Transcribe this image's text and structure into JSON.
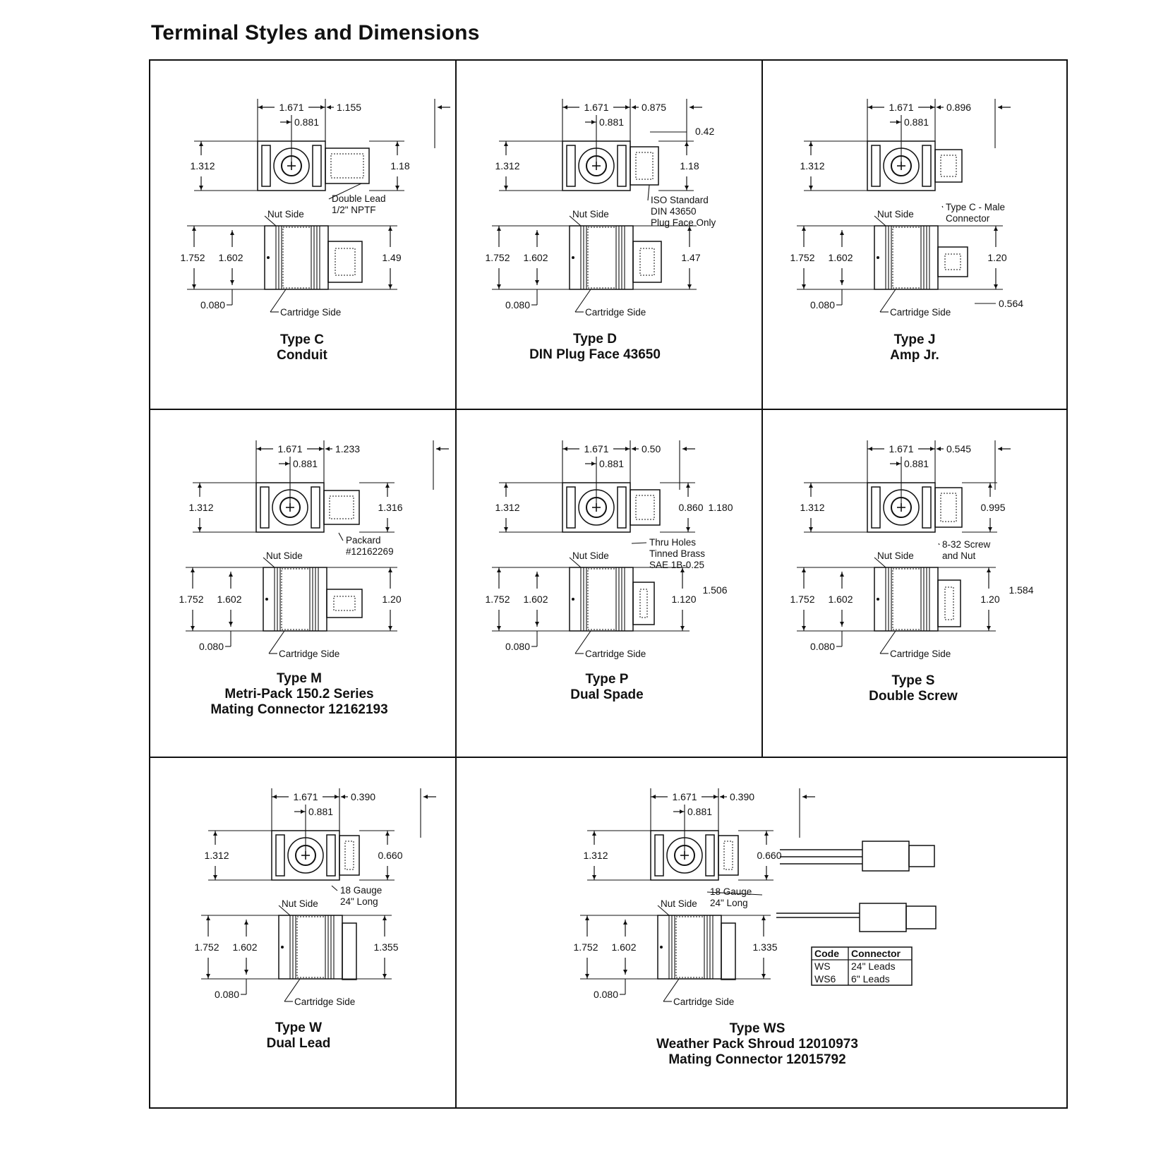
{
  "page": {
    "title": "Terminal Styles and Dimensions"
  },
  "panels": [
    {
      "id": "C",
      "caption": [
        "Type C",
        "Conduit"
      ],
      "dims": {
        "width": "1.671",
        "center": "0.881",
        "ext": "1.155",
        "height": "1.312",
        "term_h": "1.18",
        "side_h1": "1.752",
        "side_h2": "1.602",
        "offset": "0.080",
        "side_term": "1.49"
      },
      "labels": {
        "nut": "Nut Side",
        "cart": "Cartridge Side",
        "note": [
          "Double Lead",
          "1/2\" NPTF"
        ]
      }
    },
    {
      "id": "D",
      "caption": [
        "Type D",
        "DIN Plug Face 43650"
      ],
      "dims": {
        "width": "1.671",
        "center": "0.881",
        "ext": "0.875",
        "ext2": "0.42",
        "height": "1.312",
        "term_h": "1.18",
        "side_h1": "1.752",
        "side_h2": "1.602",
        "offset": "0.080",
        "side_term": "1.47"
      },
      "labels": {
        "nut": "Nut Side",
        "cart": "Cartridge Side",
        "note": [
          "ISO Standard",
          "DIN 43650",
          "Plug Face Only"
        ]
      }
    },
    {
      "id": "J",
      "caption": [
        "Type J",
        "Amp Jr."
      ],
      "dims": {
        "width": "1.671",
        "center": "0.881",
        "ext": "0.896",
        "height": "1.312",
        "side_h1": "1.752",
        "side_h2": "1.602",
        "offset": "0.080",
        "side_term": "1.20",
        "side_off": "0.564"
      },
      "labels": {
        "nut": "Nut Side",
        "cart": "Cartridge Side",
        "note": [
          "Type C - Male",
          "Connector"
        ]
      }
    },
    {
      "id": "M",
      "caption": [
        "Type M",
        "Metri-Pack 150.2 Series",
        "Mating Connector 12162193"
      ],
      "dims": {
        "width": "1.671",
        "center": "0.881",
        "ext": "1.233",
        "height": "1.312",
        "term_h": "1.316",
        "side_h1": "1.752",
        "side_h2": "1.602",
        "offset": "0.080",
        "side_term": "1.20"
      },
      "labels": {
        "nut": "Nut Side",
        "cart": "Cartridge Side",
        "note": [
          "Packard",
          "#12162269"
        ]
      }
    },
    {
      "id": "P",
      "caption": [
        "Type P",
        "Dual Spade"
      ],
      "dims": {
        "width": "1.671",
        "center": "0.881",
        "ext": "0.50",
        "height": "1.312",
        "term_h": "0.860",
        "term_h2": "1.180",
        "side_h1": "1.752",
        "side_h2": "1.602",
        "offset": "0.080",
        "side_term": "1.120",
        "side_term2": "1.506"
      },
      "labels": {
        "nut": "Nut Side",
        "cart": "Cartridge Side",
        "note": [
          "Thru Holes",
          "Tinned Brass",
          "SAE 1B-0.25"
        ]
      }
    },
    {
      "id": "S",
      "caption": [
        "Type S",
        "Double Screw"
      ],
      "dims": {
        "width": "1.671",
        "center": "0.881",
        "ext": "0.545",
        "height": "1.312",
        "term_h": "0.995",
        "side_h1": "1.752",
        "side_h2": "1.602",
        "offset": "0.080",
        "side_term": "1.20",
        "side_term2": "1.584"
      },
      "labels": {
        "nut": "Nut Side",
        "cart": "Cartridge Side",
        "note": [
          "8-32 Screw",
          "and Nut"
        ]
      }
    },
    {
      "id": "W",
      "caption": [
        "Type W",
        "Dual Lead"
      ],
      "dims": {
        "width": "1.671",
        "center": "0.881",
        "ext": "0.390",
        "height": "1.312",
        "term_h": "0.660",
        "side_h1": "1.752",
        "side_h2": "1.602",
        "offset": "0.080",
        "side_term": "1.355"
      },
      "labels": {
        "nut": "Nut Side",
        "cart": "Cartridge Side",
        "note": [
          "18 Gauge",
          "24\" Long"
        ]
      }
    },
    {
      "id": "WS",
      "caption": [
        "Type WS",
        "Weather Pack Shroud 12010973",
        "Mating Connector 12015792"
      ],
      "dims": {
        "width": "1.671",
        "center": "0.881",
        "ext": "0.390",
        "height": "1.312",
        "term_h": "0.660",
        "side_h1": "1.752",
        "side_h2": "1.602",
        "offset": "0.080",
        "side_term": "1.335"
      },
      "labels": {
        "nut": "Nut Side",
        "cart": "Cartridge Side",
        "note": [
          "18 Gauge",
          "24\" Long"
        ]
      },
      "table": {
        "headers": [
          "Code",
          "Connector"
        ],
        "rows": [
          [
            "WS",
            "24\" Leads"
          ],
          [
            "WS6",
            "6\" Leads"
          ]
        ]
      }
    }
  ]
}
